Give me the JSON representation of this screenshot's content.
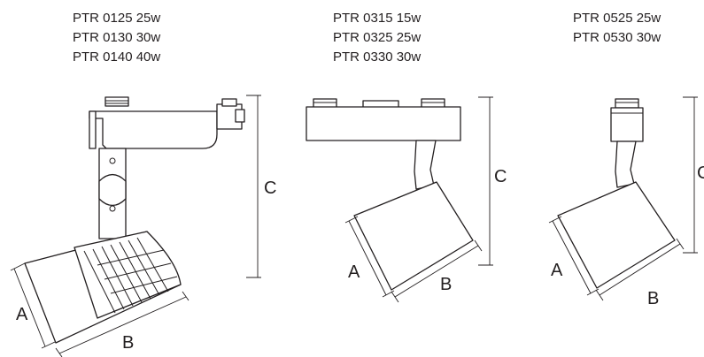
{
  "fixtures": [
    {
      "id": "fixture-1",
      "models": [
        "PTR 0125 25w",
        "PTR 0130 30w",
        "PTR 0140 40w"
      ],
      "dimension_labels": {
        "a": "A",
        "b": "B",
        "c": "C"
      }
    },
    {
      "id": "fixture-2",
      "models": [
        "PTR 0315 15w",
        "PTR 0325 25w",
        "PTR 0330 30w"
      ],
      "dimension_labels": {
        "a": "A",
        "b": "B",
        "c": "C"
      }
    },
    {
      "id": "fixture-3",
      "models": [
        "PTR 0525 25w",
        "PTR 0530 30w"
      ],
      "dimension_labels": {
        "a": "A",
        "b": "B",
        "c": "C"
      }
    }
  ],
  "colors": {
    "line": "#231f20",
    "background": "#ffffff"
  }
}
